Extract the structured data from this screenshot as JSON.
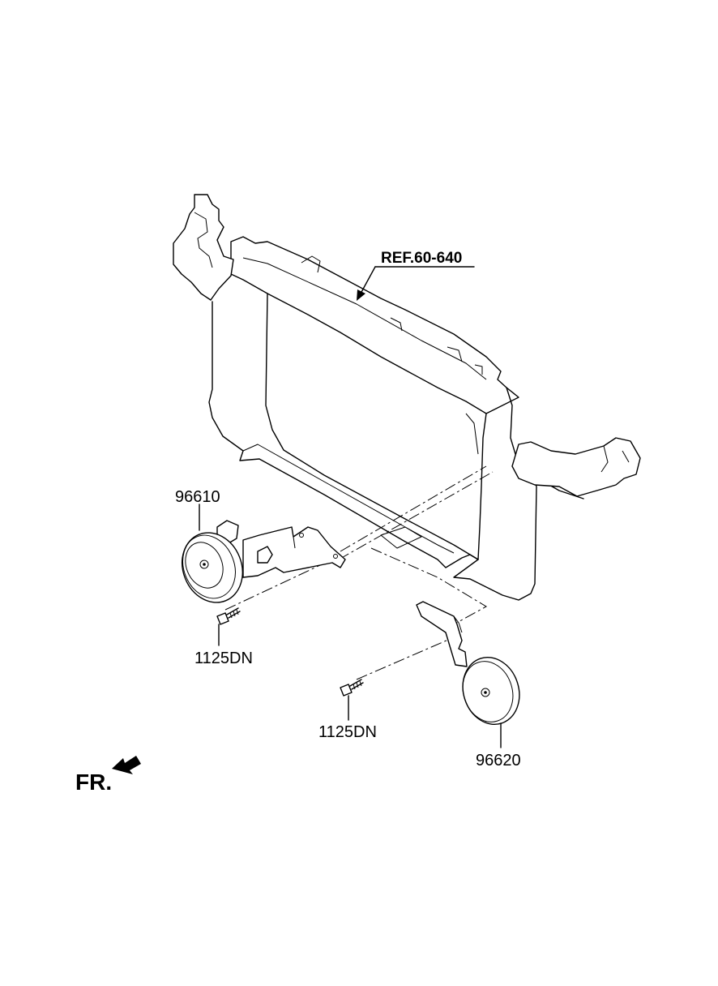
{
  "diagram": {
    "reference_label": "REF.60-640",
    "front_direction_label": "FR.",
    "parts": {
      "horn_left": "96610",
      "bolt_left": "1125DN",
      "bolt_right": "1125DN",
      "horn_right": "96620"
    }
  }
}
